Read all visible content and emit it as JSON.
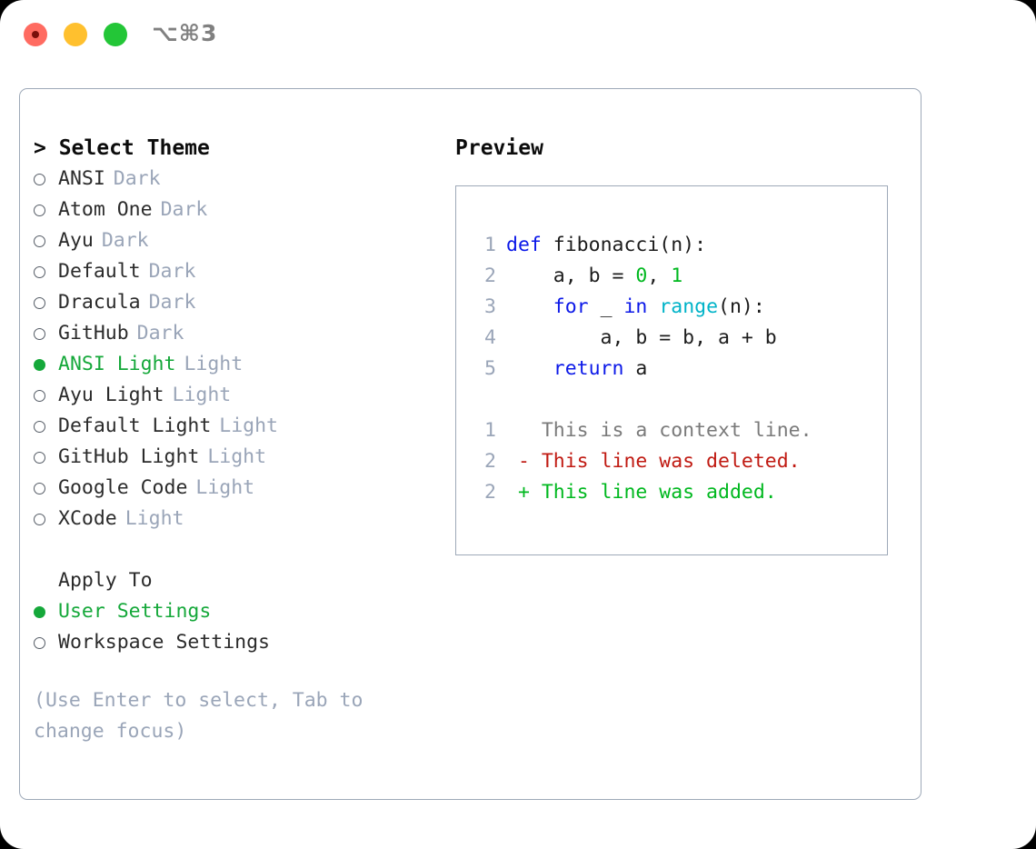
{
  "window": {
    "title_shortcut": "⌥⌘3",
    "traffic_lights": [
      {
        "name": "close",
        "color": "#ff6b61"
      },
      {
        "name": "minimize",
        "color": "#ffc02e"
      },
      {
        "name": "maximize",
        "color": "#23c637"
      }
    ]
  },
  "left": {
    "heading": "> Select Theme",
    "themes": [
      {
        "marker": "empty",
        "label": "ANSI",
        "suffix": "Dark",
        "selected": false
      },
      {
        "marker": "empty",
        "label": "Atom One",
        "suffix": "Dark",
        "selected": false
      },
      {
        "marker": "empty",
        "label": "Ayu",
        "suffix": "Dark",
        "selected": false
      },
      {
        "marker": "empty",
        "label": "Default",
        "suffix": "Dark",
        "selected": false
      },
      {
        "marker": "empty",
        "label": "Dracula",
        "suffix": "Dark",
        "selected": false
      },
      {
        "marker": "empty",
        "label": "GitHub",
        "suffix": "Dark",
        "selected": false
      },
      {
        "marker": "filled",
        "label": "ANSI Light",
        "suffix": "Light",
        "selected": true
      },
      {
        "marker": "empty",
        "label": "Ayu Light",
        "suffix": "Light",
        "selected": false
      },
      {
        "marker": "empty",
        "label": "Default Light",
        "suffix": "Light",
        "selected": false
      },
      {
        "marker": "empty",
        "label": "GitHub Light",
        "suffix": "Light",
        "selected": false
      },
      {
        "marker": "empty",
        "label": "Google Code",
        "suffix": "Light",
        "selected": false
      },
      {
        "marker": "empty",
        "label": "XCode",
        "suffix": "Light",
        "selected": false
      }
    ],
    "apply_to_heading": "Apply To",
    "apply_to_options": [
      {
        "marker": "filled",
        "label": "User Settings",
        "selected": true
      },
      {
        "marker": "empty",
        "label": "Workspace Settings",
        "selected": false
      }
    ],
    "hint": "(Use Enter to select, Tab to change focus)"
  },
  "right": {
    "heading": "Preview",
    "code_lines": [
      {
        "no": "1",
        "tokens": [
          {
            "t": "def",
            "c": "kw"
          },
          {
            "t": " fibonacci(n):",
            "c": "pln"
          }
        ]
      },
      {
        "no": "2",
        "tokens": [
          {
            "t": "    a, b = ",
            "c": "pln"
          },
          {
            "t": "0",
            "c": "num"
          },
          {
            "t": ", ",
            "c": "pln"
          },
          {
            "t": "1",
            "c": "num"
          }
        ]
      },
      {
        "no": "3",
        "tokens": [
          {
            "t": "    ",
            "c": "pln"
          },
          {
            "t": "for",
            "c": "kw"
          },
          {
            "t": " _ ",
            "c": "pln"
          },
          {
            "t": "in",
            "c": "kw"
          },
          {
            "t": " ",
            "c": "pln"
          },
          {
            "t": "range",
            "c": "fn"
          },
          {
            "t": "(n):",
            "c": "pln"
          }
        ]
      },
      {
        "no": "4",
        "tokens": [
          {
            "t": "        a, b = b, a + b",
            "c": "pln"
          }
        ]
      },
      {
        "no": "5",
        "tokens": [
          {
            "t": "    ",
            "c": "pln"
          },
          {
            "t": "return",
            "c": "kw"
          },
          {
            "t": " a",
            "c": "pln"
          }
        ]
      }
    ],
    "diff_lines": [
      {
        "no": "1",
        "marker": " ",
        "text": "This is a context line.",
        "kind": "ctx"
      },
      {
        "no": "2",
        "marker": "-",
        "text": "This line was deleted.",
        "kind": "del"
      },
      {
        "no": "2",
        "marker": "+",
        "text": "This line was added.",
        "kind": "add"
      }
    ]
  },
  "colors": {
    "accent_green": "#15a83a",
    "muted": "#9aa5b8",
    "border": "#9ea9b8",
    "keyword": "#0b18e8",
    "function": "#00b3c8",
    "number": "#00b81f",
    "diff_add": "#00b81f",
    "diff_del": "#c01a12",
    "diff_ctx": "#7a7a7a"
  }
}
